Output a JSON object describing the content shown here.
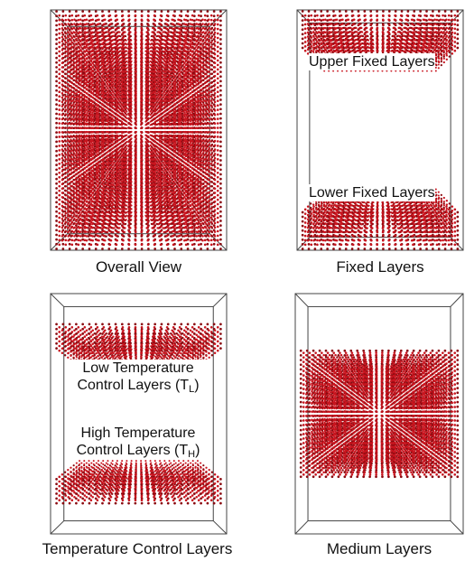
{
  "colors": {
    "atom": "#c8141e",
    "atom_dark": "#8a0a10",
    "box": "#444444",
    "background": "#ffffff"
  },
  "panels": [
    {
      "caption": "Overall View",
      "layers": [
        "full"
      ]
    },
    {
      "caption": "Fixed Layers",
      "layers": [
        "top",
        "bottom"
      ],
      "labels": {
        "upper": "Upper Fixed Layers",
        "lower": "Lower Fixed Layers"
      }
    },
    {
      "caption": "Temperature Control Layers",
      "layers": [
        "top",
        "bottom"
      ],
      "labels": {
        "low_line1": "Low Temperature",
        "low_line2": "Control Layers (T",
        "low_sub": "L",
        "low_close": ")",
        "high_line1": "High Temperature",
        "high_line2": "Control Layers (T",
        "high_sub": "H",
        "high_close": ")"
      }
    },
    {
      "caption": "Medium Layers",
      "layers": [
        "middle"
      ]
    }
  ]
}
